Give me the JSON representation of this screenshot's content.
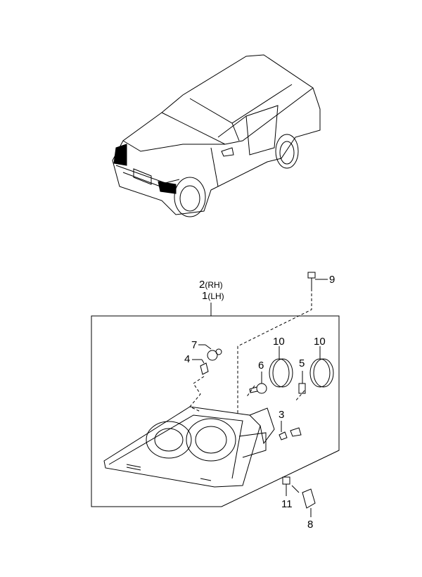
{
  "callouts": {
    "assembly_rh": {
      "num": "2",
      "side": "(RH)"
    },
    "assembly_lh": {
      "num": "1",
      "side": "(LH)"
    },
    "p9": "9",
    "p7": "7",
    "p4": "4",
    "p10a": "10",
    "p10b": "10",
    "p6": "6",
    "p5": "5",
    "p3": "3",
    "p11": "11",
    "p8": "8"
  }
}
